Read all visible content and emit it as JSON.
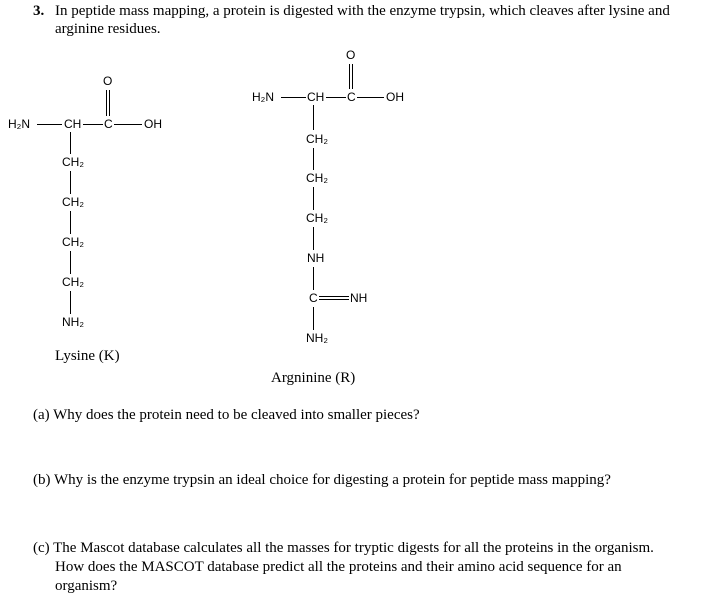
{
  "question": {
    "number": "3.",
    "intro_line1": "In peptide mass mapping, a protein is digested with the enzyme trypsin, which cleaves after lysine and",
    "intro_line2": "arginine residues."
  },
  "lysine": {
    "h2n": "H₂N",
    "ch": "CH",
    "c": "C",
    "o": "O",
    "oh": "OH",
    "ch2_1": "CH₂",
    "ch2_2": "CH₂",
    "ch2_3": "CH₂",
    "ch2_4": "CH₂",
    "nh2": "NH₂",
    "caption": "Lysine (K)"
  },
  "arginine": {
    "h2n": "H₂N",
    "ch": "CH",
    "c": "C",
    "o": "O",
    "oh": "OH",
    "ch2_1": "CH₂",
    "ch2_2": "CH₂",
    "ch2_3": "CH₂",
    "nh": "NH",
    "c2": "C",
    "nh_imine": "NH",
    "nh2": "NH₂",
    "caption": "Argninine (R)"
  },
  "parts": {
    "a": "(a) Why does the protein need to be cleaved into smaller pieces?",
    "b": "(b) Why is the enzyme trypsin an ideal choice for digesting a protein for peptide mass mapping?",
    "c_line1": "(c) The Mascot database calculates all the masses for tryptic digests for all the proteins in the organism.",
    "c_line2": "How does the MASCOT database predict all the proteins and their amino acid sequence for an",
    "c_line3": "organism?"
  }
}
